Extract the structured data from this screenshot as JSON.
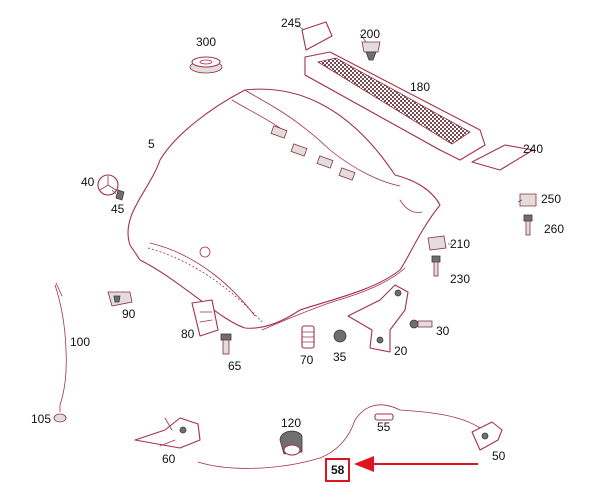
{
  "diagram": {
    "callouts": {
      "p5": "5",
      "p20": "20",
      "p30": "30",
      "p35": "35",
      "p40": "40",
      "p45": "45",
      "p50": "50",
      "p55": "55",
      "p58": "58",
      "p60": "60",
      "p65": "65",
      "p70": "70",
      "p80": "80",
      "p90": "90",
      "p100": "100",
      "p105": "105",
      "p120": "120",
      "p180": "180",
      "p200": "200",
      "p210": "210",
      "p230": "230",
      "p240": "240",
      "p245": "245",
      "p250": "250",
      "p260": "260",
      "p300": "300"
    },
    "highlight": {
      "part": "58",
      "color": "#e0141e"
    },
    "colors": {
      "line": "#a3324a",
      "highlight": "#e0141e"
    }
  }
}
